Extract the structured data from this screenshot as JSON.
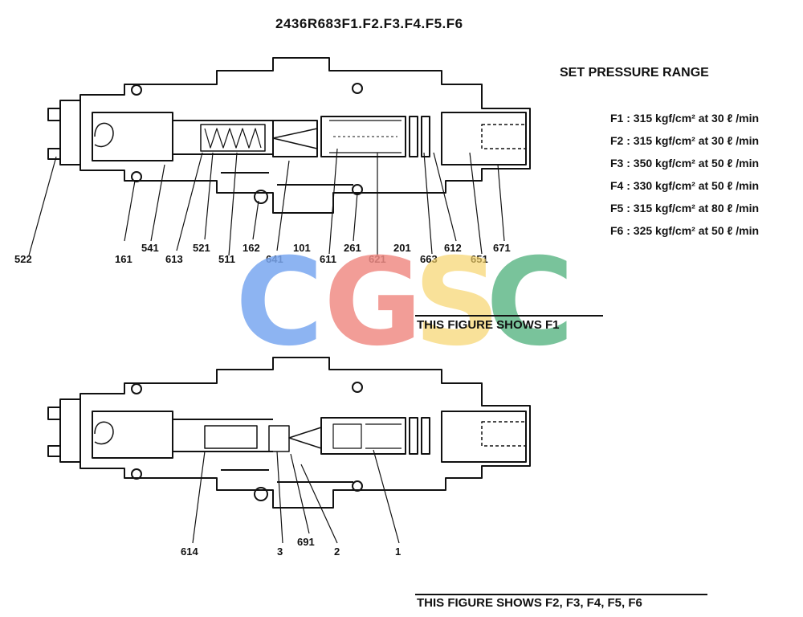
{
  "title": "2436R683F1.F2.F3.F4.F5.F6",
  "set_pressure": {
    "heading": "SET PRESSURE RANGE",
    "rows": [
      "F1 : 315 kgf/cm² at 30 ℓ /min",
      "F2 : 315 kgf/cm² at 30 ℓ /min",
      "F3 : 350 kgf/cm² at 50 ℓ /min",
      "F4 : 330 kgf/cm² at 50 ℓ /min",
      "F5 : 315 kgf/cm² at 80 ℓ /min",
      "F6 : 325 kgf/cm² at 50 ℓ /min"
    ]
  },
  "figure1": {
    "caption": "THIS FIGURE SHOWS   F1",
    "labels": [
      "522",
      "161",
      "541",
      "613",
      "521",
      "511",
      "162",
      "641",
      "101",
      "611",
      "261",
      "621",
      "201",
      "663",
      "612",
      "651",
      "671"
    ]
  },
  "figure2": {
    "caption": "THIS FIGURE SHOWS   F2, F3, F4, F5, F6",
    "labels": [
      "614",
      "3",
      "691",
      "2",
      "1"
    ]
  },
  "watermark": {
    "letters": [
      "C",
      "G",
      "S",
      "C"
    ],
    "colors": [
      "#7aa7f0",
      "#f08c86",
      "#f7d46a",
      "#62b98a"
    ]
  }
}
